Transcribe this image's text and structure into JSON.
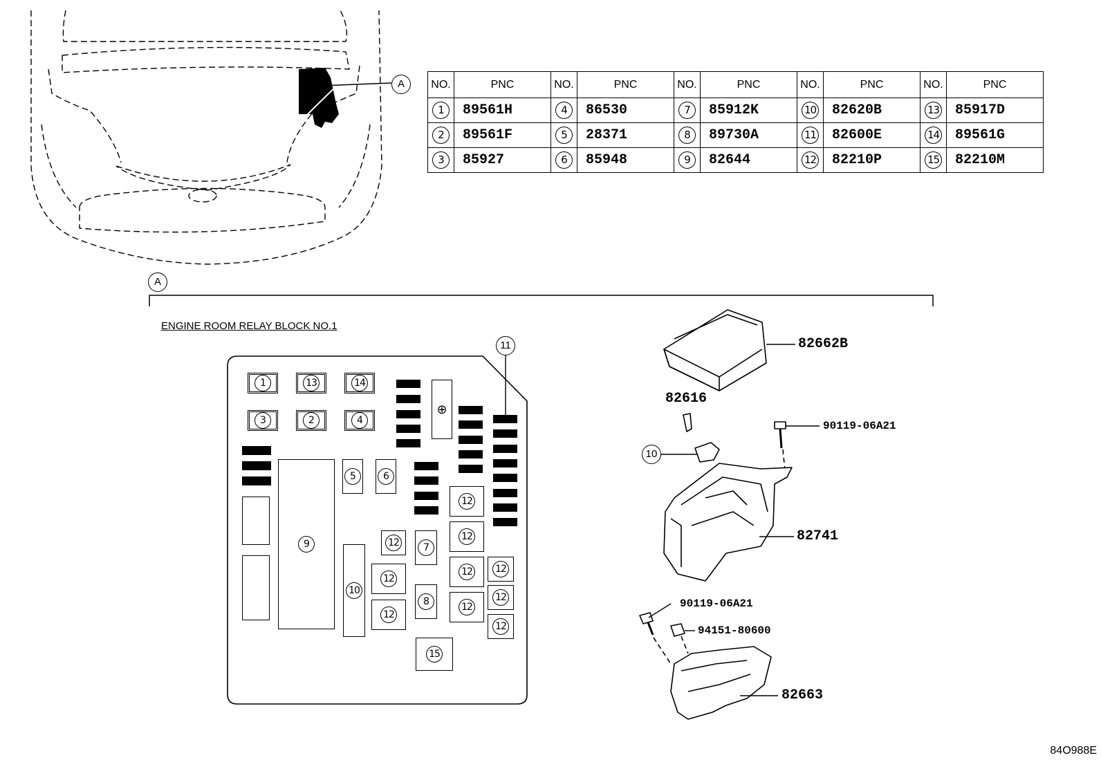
{
  "table": {
    "header_no": "NO.",
    "header_pnc": "PNC",
    "rows": [
      [
        {
          "no": "1",
          "pnc": "89561H"
        },
        {
          "no": "4",
          "pnc": "86530"
        },
        {
          "no": "7",
          "pnc": "85912K"
        },
        {
          "no": "10",
          "pnc": "82620B"
        },
        {
          "no": "13",
          "pnc": "85917D"
        }
      ],
      [
        {
          "no": "2",
          "pnc": "89561F"
        },
        {
          "no": "5",
          "pnc": "28371"
        },
        {
          "no": "8",
          "pnc": "89730A"
        },
        {
          "no": "11",
          "pnc": "82600E"
        },
        {
          "no": "14",
          "pnc": "89561G"
        }
      ],
      [
        {
          "no": "3",
          "pnc": "85927"
        },
        {
          "no": "6",
          "pnc": "85948"
        },
        {
          "no": "9",
          "pnc": "82644"
        },
        {
          "no": "12",
          "pnc": "82210P"
        },
        {
          "no": "15",
          "pnc": "82210M"
        }
      ]
    ]
  },
  "view_marker": "A",
  "relay_block_caption": "ENGINE ROOM RELAY BLOCK NO.1",
  "callouts": {
    "c1": "1",
    "c2": "2",
    "c3": "3",
    "c4": "4",
    "c5": "5",
    "c6": "6",
    "c7": "7",
    "c8": "8",
    "c9": "9",
    "c10": "10",
    "c11": "11",
    "c12": "12",
    "c13": "13",
    "c14": "14",
    "c15": "15"
  },
  "part_labels": {
    "cover": "82662B",
    "clip": "82616",
    "bolt_top": "90119-06A21",
    "block_body": "82741",
    "bolt_bottom": "90119-06A21",
    "nut": "94151-80600",
    "bracket": "82663"
  },
  "ref_code": "84O988E"
}
